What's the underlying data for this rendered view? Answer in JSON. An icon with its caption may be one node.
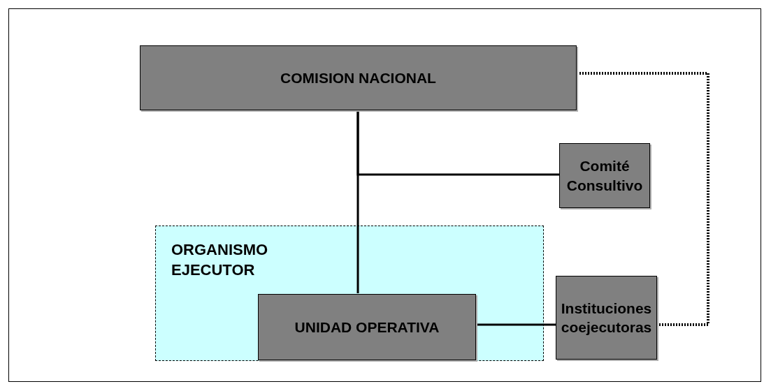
{
  "diagram": {
    "nodes": [
      {
        "text": [
          "COMISION NACIONAL"
        ]
      },
      {
        "text": [
          "Comité Consultivo"
        ]
      },
      {
        "text": [
          "ORGANISMO EJECUTOR"
        ]
      },
      {
        "text": [
          "UNIDAD OPERATIVA"
        ],
        "in": 2
      },
      {
        "text": [
          "Instituciones coejecutoras"
        ]
      }
    ],
    "edges": [
      {
        "from": 0,
        "to": 3,
        "arrow": "none"
      },
      {
        "from": 0,
        "to": 1,
        "arrow": "none"
      },
      {
        "from": 3,
        "to": 4,
        "arrow": "none"
      },
      {
        "from": 0,
        "to": 4,
        "arrow": "none",
        "style": "dashed"
      }
    ]
  }
}
